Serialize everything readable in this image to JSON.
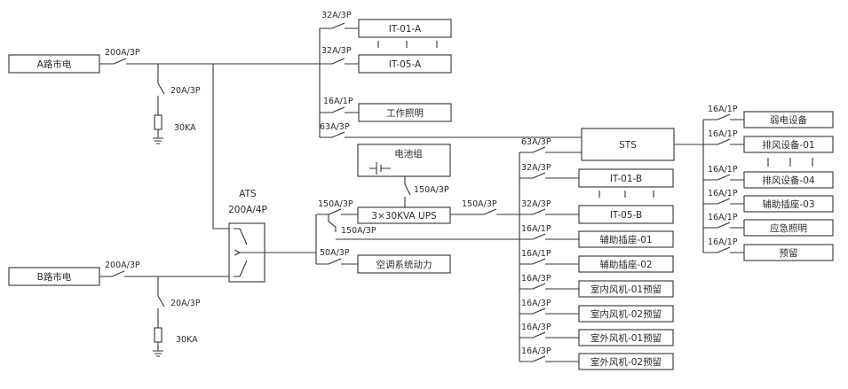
{
  "sources": {
    "a_label": "A路市电",
    "b_label": "B路市电",
    "a_main_breaker": "200A/3P",
    "b_main_breaker": "200A/3P",
    "a_spd_breaker": "20A/3P",
    "b_spd_breaker": "20A/3P",
    "a_spd_rating": "30KA",
    "b_spd_rating": "30KA"
  },
  "top_loads": {
    "it01a_breaker": "32A/3P",
    "it01a": "IT-01-A",
    "it05a_breaker": "32A/3P",
    "it05a": "IT-05-A",
    "lighting_breaker": "16A/1P",
    "lighting": "工作照明",
    "sts_feed_breaker": "63A/3P"
  },
  "ats": {
    "name": "ATS",
    "rating": "200A/4P"
  },
  "ups_section": {
    "battery": "电池组",
    "battery_breaker": "150A/3P",
    "ups_in_breaker": "150A/3P",
    "ups_out_breaker": "150A/3P",
    "bypass_breaker": "150A/3P",
    "ups": "3×30KVA UPS",
    "ac_breaker": "50A/3P",
    "ac_power": "空调系统动力"
  },
  "sts_section": {
    "sts": "STS",
    "sts_in_breaker": "63A/3P",
    "it01b_breaker": "32A/3P",
    "it01b": "IT-01-B",
    "it05b_breaker": "32A/3P",
    "it05b": "IT-05-B",
    "aux1_breaker": "16A/1P",
    "aux1": "辅助插座-01",
    "aux2_breaker": "16A/1P",
    "aux2": "辅助插座-02",
    "indoor1_breaker": "16A/3P",
    "indoor1": "室内风机-01预留",
    "indoor2_breaker": "16A/3P",
    "indoor2": "室内风机-02预留",
    "outdoor1_breaker": "16A/3P",
    "outdoor1": "室外风机-01预留",
    "outdoor2_breaker": "16A/3P",
    "outdoor2": "室外风机-02预留"
  },
  "sts_loads": {
    "weak_breaker": "16A/1P",
    "weak": "弱电设备",
    "exhaust1_breaker": "16A/1P",
    "exhaust1": "排风设备-01",
    "exhaust4_breaker": "16A/1P",
    "exhaust4": "排风设备-04",
    "aux3_breaker": "16A/1P",
    "aux3": "辅助插座-03",
    "emergency_breaker": "16A/1P",
    "emergency": "应急照明",
    "reserve_breaker": "16A/1P",
    "reserve": "预留"
  }
}
